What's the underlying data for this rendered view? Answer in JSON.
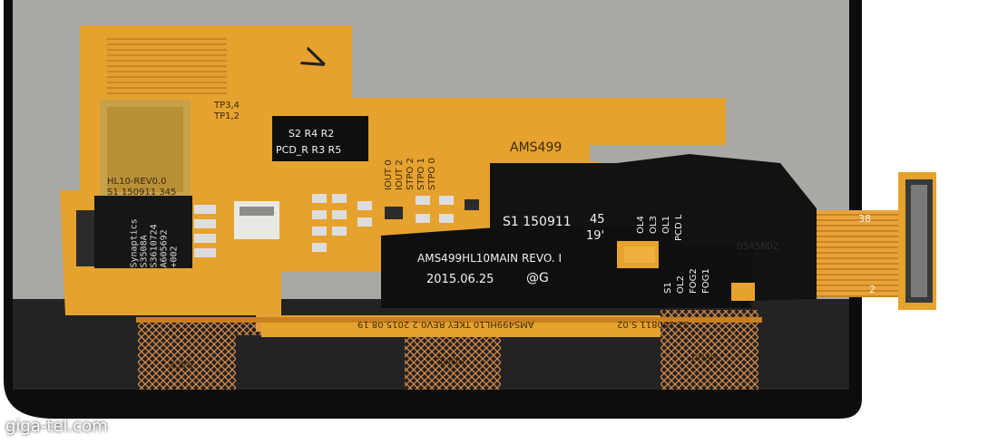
{
  "watermark": "giga-tel.com",
  "handwriting": ">",
  "chip_text": [
    "Synaptics",
    "S3508A",
    "S3610724",
    "A605692",
    "+002"
  ],
  "main_board": {
    "line1": "S2  R4  R2",
    "line2": "PCD_R R3 R5",
    "pads_tp_a": "TP3,4",
    "pads_tp_b": "TP1,2",
    "rev_a": "HL10-REV0.0",
    "rev_b": "S1 150911  345",
    "iout": [
      "IOUT 0",
      "IOUT 2",
      "STPO 2",
      "STPO 1",
      "STPO 0"
    ],
    "code": "S1 150911",
    "num_45": "45",
    "num_19": "19'",
    "ol": [
      "OL4",
      "OL3",
      "OL1",
      "PCD L"
    ],
    "main_rev": "AMS499HL10MAIN REVO. I",
    "date": "2015.06.25",
    "logo_mark": "@G",
    "s1": [
      "S1",
      "OL2",
      "FOG2",
      "FOG1"
    ],
    "ams_stamp": "AMS499",
    "sticker": "D5A5ND2",
    "num_38": "38",
    "num_2": "2",
    "side_code": "S1 150811  S.02",
    "key_rev": "AMS499HL10 TKEY REV0.2 2015.08.19",
    "keys": [
      "BACK",
      "HOME",
      "MENU"
    ]
  },
  "colors": {
    "flex_orange": "#e6a22e",
    "coverlay_black": "#141414",
    "panel_gray": "#a9a9a6",
    "bezel_black": "#0c0c0c",
    "copper_key": "#b8612a"
  }
}
